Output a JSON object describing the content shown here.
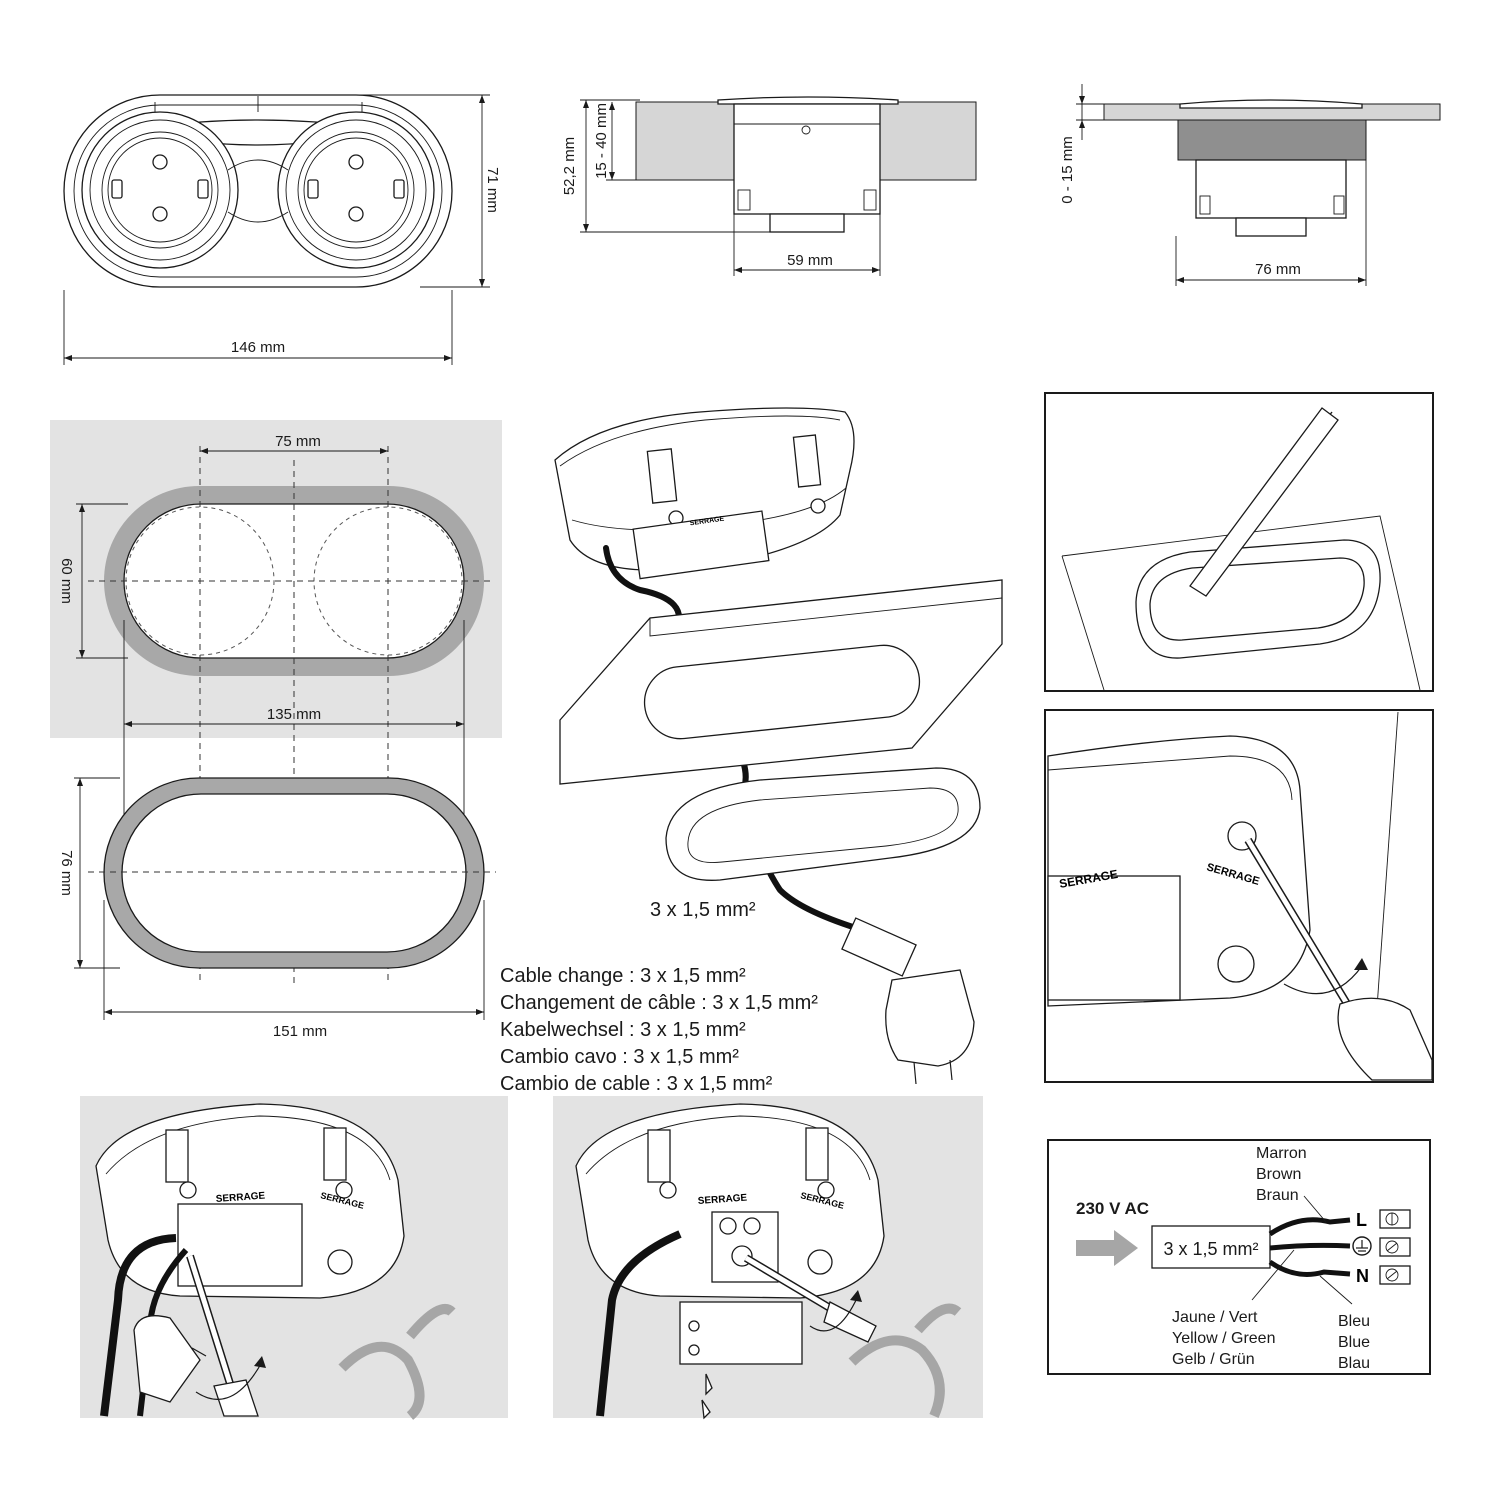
{
  "dimensions": {
    "front_width": "146 mm",
    "front_height": "71 mm",
    "side_depth": "52,2 mm",
    "side_thickness_range": "15 - 40 mm",
    "side_width": "59 mm",
    "flush_range": "0 - 15 mm",
    "flush_width": "76 mm",
    "cutout_socket_spacing": "75 mm",
    "cutout_height": "60 mm",
    "cutout_length": "135 mm",
    "frame_height": "76 mm",
    "frame_length": "151 mm"
  },
  "cable": {
    "section_label": "3 x 1,5 mm²",
    "captions": [
      "Cable change : 3 x 1,5 mm²",
      "Changement de câble : 3 x 1,5 mm²",
      "Kabelwechsel : 3 x 1,5 mm²",
      "Cambio cavo : 3 x 1,5 mm²",
      "Cambio de cable : 3 x 1,5 mm²"
    ]
  },
  "serrage_label": "SERRAGE",
  "wiring": {
    "voltage": "230 V AC",
    "cable_label": "3 x 1,5 mm²",
    "brown": [
      "Marron",
      "Brown",
      "Braun"
    ],
    "green_yellow": [
      "Jaune / Vert",
      "Yellow / Green",
      "Gelb / Grün"
    ],
    "blue": [
      "Bleu",
      "Blue",
      "Blau"
    ],
    "terminal_live": "L",
    "terminal_neutral": "N"
  },
  "colors": {
    "line": "#1a1a1a",
    "panel_grey": "#e3e3e3",
    "part_grey": "#d6d6d6",
    "arrow_grey": "#a6a6a6"
  }
}
